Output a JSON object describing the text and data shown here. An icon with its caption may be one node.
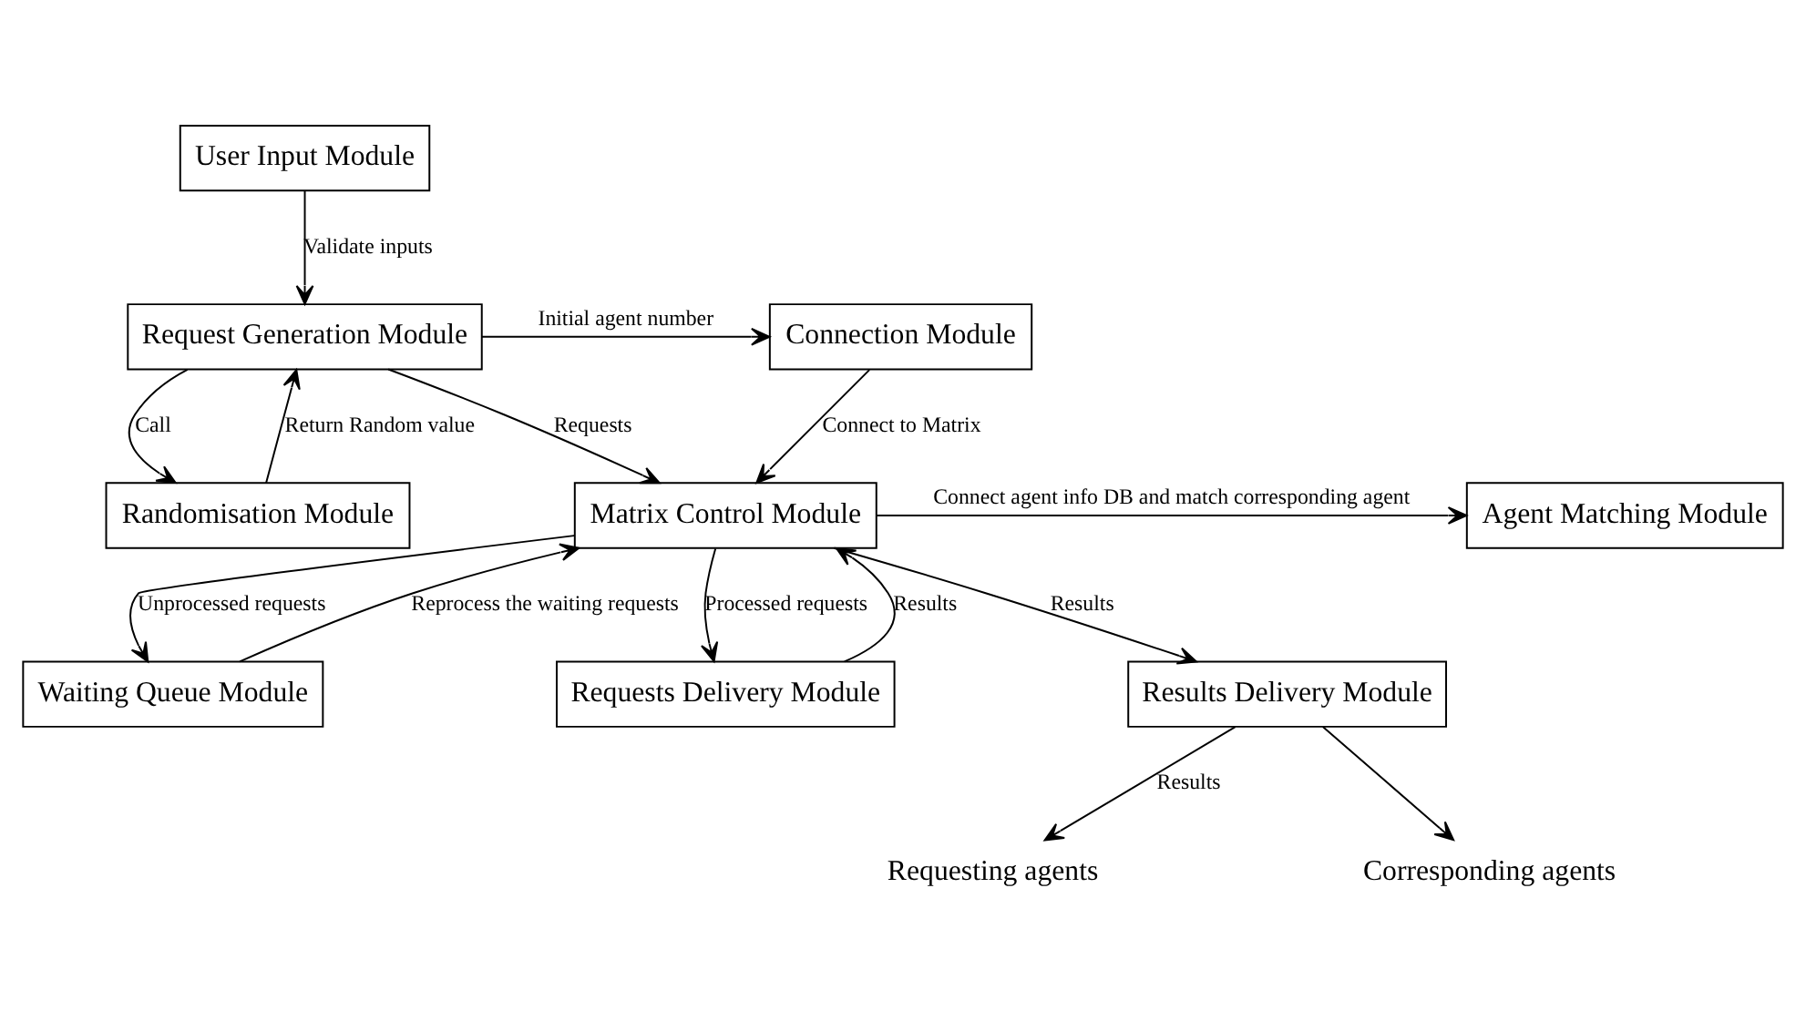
{
  "diagram": {
    "nodes": [
      {
        "text": [
          "User Input Module"
        ]
      },
      {
        "text": [
          "Randomisation Module"
        ]
      },
      {
        "text": [
          "Request Generation Module"
        ]
      },
      {
        "text": [
          "Connection Module"
        ]
      },
      {
        "text": [
          "Matrix Control Module"
        ]
      },
      {
        "text": [
          "Agent Matching Module"
        ]
      },
      {
        "text": [
          "Waiting Queue Module"
        ]
      },
      {
        "text": [
          "Requests Delivery Module"
        ]
      },
      {
        "text": [
          "Results Delivery Module"
        ]
      },
      {
        "text": [
          "Requesting agents"
        ]
      },
      {
        "text": [
          "Corresponding agents"
        ]
      }
    ],
    "edges": [
      {
        "from": 0,
        "to": 2,
        "arrow": "to",
        "label": "Validate inputs"
      },
      {
        "from": 2,
        "to": 1,
        "arrow": "to",
        "label": "Call"
      },
      {
        "from": 1,
        "to": 2,
        "arrow": "to",
        "label": "Return Random value"
      },
      {
        "from": 2,
        "to": 3,
        "arrow": "to",
        "label": "Initial agent number"
      },
      {
        "from": 2,
        "to": 4,
        "arrow": "to",
        "label": "Requests"
      },
      {
        "from": 3,
        "to": 4,
        "arrow": "to",
        "label": "Connect to Matrix"
      },
      {
        "from": 4,
        "to": 5,
        "arrow": "to",
        "label": "Connect agent info DB and match corresponding agent"
      },
      {
        "from": 6,
        "to": 4,
        "arrow": "to",
        "label": "Reprocess the waiting requests"
      },
      {
        "from": 4,
        "to": 6,
        "arrow": "to",
        "label": "Unprocessed requests"
      },
      {
        "from": 4,
        "to": 7,
        "arrow": "to",
        "label": "Processed requests"
      },
      {
        "from": 7,
        "to": 4,
        "arrow": "to",
        "label": "Results"
      },
      {
        "from": 4,
        "to": 8,
        "arrow": "to",
        "label": "Results"
      },
      {
        "from": 8,
        "to": 9,
        "arrow": "to",
        "label": "Results"
      },
      {
        "from": 8,
        "to": 10,
        "arrow": "to"
      }
    ]
  }
}
